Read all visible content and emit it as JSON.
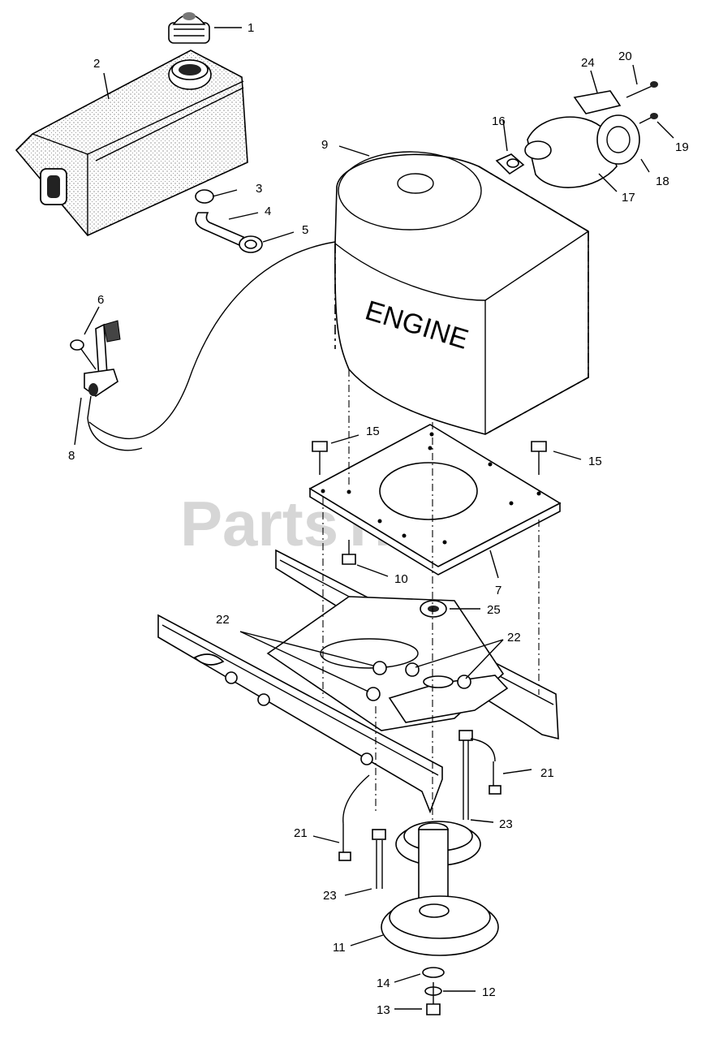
{
  "watermark": {
    "text": "PartsTree",
    "trademark": "TM"
  },
  "engine_label": "ENGINE",
  "callouts": {
    "c1": "1",
    "c2": "2",
    "c3": "3",
    "c4": "4",
    "c5": "5",
    "c6": "6",
    "c7": "7",
    "c8": "8",
    "c9": "9",
    "c10": "10",
    "c11": "11",
    "c12": "12",
    "c13": "13",
    "c14": "14",
    "c15a": "15",
    "c15b": "15",
    "c16": "16",
    "c17": "17",
    "c18": "18",
    "c19": "19",
    "c20": "20",
    "c21a": "21",
    "c21b": "21",
    "c22a": "22",
    "c22b": "22",
    "c23a": "23",
    "c23b": "23",
    "c24": "24",
    "c25": "25"
  }
}
